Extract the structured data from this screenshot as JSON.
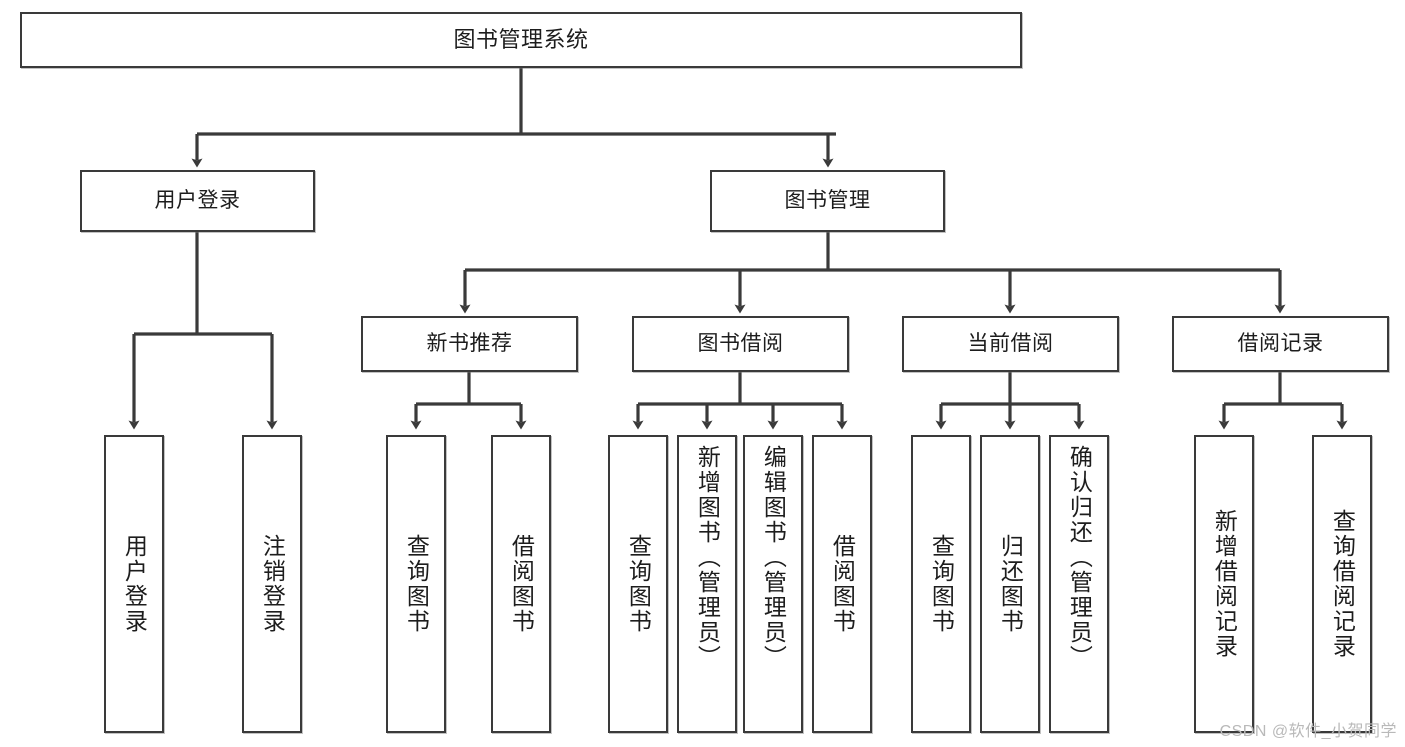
{
  "diagram": {
    "title": "图书管理系统",
    "type": "tree",
    "watermark": "CSDN @软件_小贺同学",
    "colors": {
      "box_border": "#3a3a3a",
      "box_fill": "#ffffff",
      "connector": "#3a3a3a",
      "background": "#ffffff",
      "watermark": "#b9b9b9"
    },
    "root": {
      "label": "图书管理系统"
    },
    "level1": [
      {
        "label": "用户登录"
      },
      {
        "label": "图书管理"
      }
    ],
    "level2": [
      {
        "label": "新书推荐"
      },
      {
        "label": "图书借阅"
      },
      {
        "label": "当前借阅"
      },
      {
        "label": "借阅记录"
      }
    ],
    "leaves": {
      "user_login": [
        {
          "label": "用户登录"
        },
        {
          "label": "注销登录"
        }
      ],
      "new_book_recommend": [
        {
          "label": "查询图书"
        },
        {
          "label": "借阅图书"
        }
      ],
      "book_borrow": [
        {
          "label": "查询图书"
        },
        {
          "label": "新增图书（管理员）"
        },
        {
          "label": "编辑图书（管理员）"
        },
        {
          "label": "借阅图书"
        }
      ],
      "current_borrow": [
        {
          "label": "查询图书"
        },
        {
          "label": "归还图书"
        },
        {
          "label": "确认归还（管理员）"
        }
      ],
      "borrow_record": [
        {
          "label": "新增借阅记录"
        },
        {
          "label": "查询借阅记录"
        }
      ]
    }
  }
}
